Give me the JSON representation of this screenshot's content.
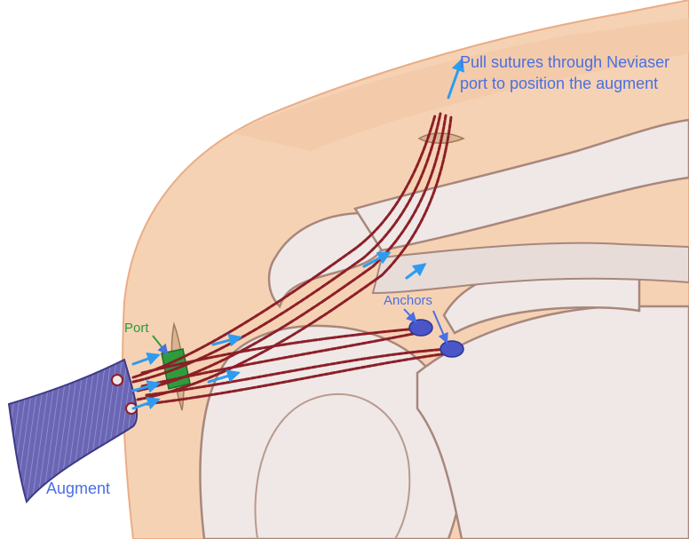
{
  "labels": {
    "instruction_line1": "Pull sutures through Neviaser",
    "instruction_line2": "port to position the augment",
    "port": "Port",
    "anchors": "Anchors",
    "augment": "Augment"
  },
  "colors": {
    "skin": "#f6d2b4",
    "skin_edge": "#e9ad86",
    "bone": "#efe8e6",
    "bone_shadow": "#a8877c",
    "suture": "#8c1f28",
    "arrow": "#2d9cf0",
    "label_blue": "#4a6fe3",
    "port_green": "#2f9c3c",
    "augment": "#6a66b4",
    "anchor": "#4a55c8"
  }
}
